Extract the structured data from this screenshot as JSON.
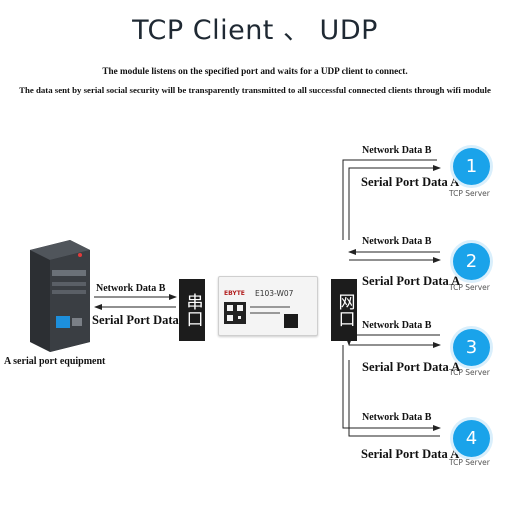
{
  "title": "TCP Client 、 UDP",
  "subtitle_line1": "The module listens on the specified port and waits for a UDP client to connect.",
  "subtitle_line2": "The data sent by serial social security will be transparently transmitted to all successful connected clients through wifi module",
  "left_link": {
    "network_label": "Network Data B",
    "serial_label": "Serial Port Data A"
  },
  "serial_box_text": "串口",
  "network_box_text": "网口",
  "module": {
    "name": "E103-W07",
    "brand": "EBYTE"
  },
  "equipment_label": "A serial port equipment",
  "servers": [
    {
      "number": "1",
      "label": "TCP Server",
      "network_label": "Network Data B",
      "serial_label": "Serial Port Data A"
    },
    {
      "number": "2",
      "label": "TCP Server",
      "network_label": "Network Data B",
      "serial_label": "Serial Port Data A"
    },
    {
      "number": "3",
      "label": "TCP Server",
      "network_label": "Network Data B",
      "serial_label": "Serial Port Data A"
    },
    {
      "number": "4",
      "label": "TCP Server",
      "network_label": "Network Data B",
      "serial_label": "Serial Port Data A"
    }
  ],
  "colors": {
    "server_blue": "#1aa3ea",
    "box_black": "#1c1c1c"
  }
}
